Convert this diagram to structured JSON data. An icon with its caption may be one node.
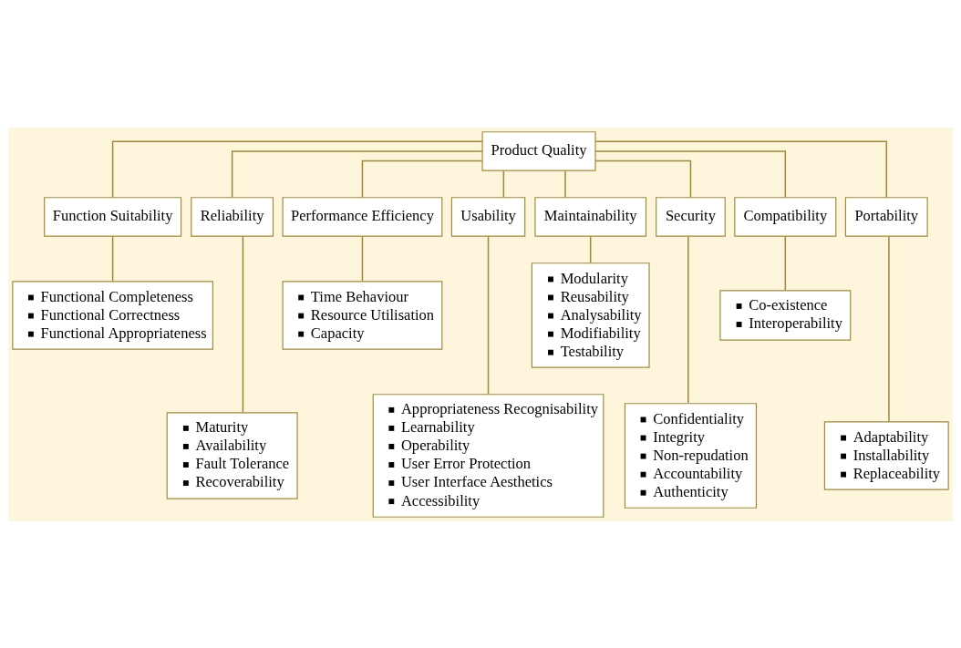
{
  "diagram": {
    "nodes": [
      {
        "text": [
          "Product Quality"
        ]
      },
      {
        "text": [
          "Function Suitability"
        ]
      },
      {
        "text": [
          "Reliability"
        ]
      },
      {
        "text": [
          "Performance Efficiency"
        ]
      },
      {
        "text": [
          "Usability"
        ]
      },
      {
        "text": [
          "Maintainability"
        ]
      },
      {
        "text": [
          "Security"
        ]
      },
      {
        "text": [
          "Compatibility"
        ]
      },
      {
        "text": [
          "Portability"
        ]
      },
      {
        "text": [
          "Functional Completeness",
          "Functional Correctness",
          "Functional Appropriateness"
        ]
      },
      {
        "text": [
          "Maturity",
          "Availability",
          "Fault Tolerance",
          "Recoverability"
        ]
      },
      {
        "text": [
          "Time Behaviour",
          "Resource Utilisation",
          "Capacity"
        ]
      },
      {
        "text": [
          "Appropriateness Recognisability",
          "Learnability",
          "Operability",
          "User Error Protection",
          "User Interface Aesthetics",
          "Accessibility"
        ]
      },
      {
        "text": [
          "Modularity",
          "Reusability",
          "Analysability",
          "Modifiability",
          "Testability"
        ]
      },
      {
        "text": [
          "Confidentiality",
          "Integrity",
          "Non-repudation",
          "Accountability",
          "Authenticity"
        ]
      },
      {
        "text": [
          "Co-existence",
          "Interoperability"
        ]
      },
      {
        "text": [
          "Adaptability",
          "Installability",
          "Replaceability"
        ]
      }
    ],
    "edges": [
      {
        "from": 0,
        "to": 1,
        "arrow": "none"
      },
      {
        "from": 0,
        "to": 2,
        "arrow": "none"
      },
      {
        "from": 0,
        "to": 3,
        "arrow": "none"
      },
      {
        "from": 0,
        "to": 4,
        "arrow": "none"
      },
      {
        "from": 0,
        "to": 5,
        "arrow": "none"
      },
      {
        "from": 0,
        "to": 6,
        "arrow": "none"
      },
      {
        "from": 0,
        "to": 7,
        "arrow": "none"
      },
      {
        "from": 0,
        "to": 8,
        "arrow": "none"
      },
      {
        "from": 1,
        "to": 9,
        "arrow": "none"
      },
      {
        "from": 2,
        "to": 10,
        "arrow": "none"
      },
      {
        "from": 3,
        "to": 11,
        "arrow": "none"
      },
      {
        "from": 4,
        "to": 12,
        "arrow": "none"
      },
      {
        "from": 5,
        "to": 13,
        "arrow": "none"
      },
      {
        "from": 6,
        "to": 14,
        "arrow": "none"
      },
      {
        "from": 7,
        "to": 15,
        "arrow": "none"
      },
      {
        "from": 8,
        "to": 16,
        "arrow": "none"
      }
    ]
  }
}
